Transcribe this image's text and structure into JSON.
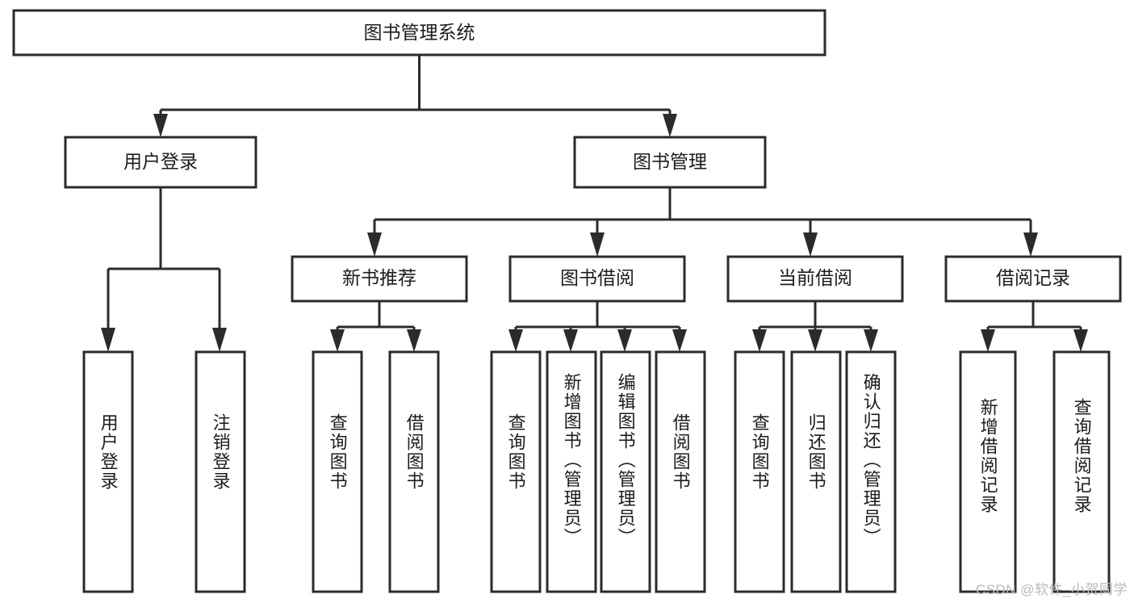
{
  "diagram": {
    "title": "图书管理系统",
    "type": "hierarchy-tree",
    "watermark": "CSDN @软件_小贺同学",
    "colors": {
      "stroke": "#2b2b2b",
      "fill": "#ffffff",
      "text": "#1c1c1c",
      "watermark": "#b9b9b9"
    },
    "levels": {
      "root": {
        "label": "图书管理系统"
      },
      "level2": [
        {
          "id": "user-login",
          "label": "用户登录"
        },
        {
          "id": "book-management",
          "label": "图书管理"
        }
      ],
      "level3": [
        {
          "id": "new-book-recommend",
          "label": "新书推荐",
          "parent": "book-management"
        },
        {
          "id": "book-borrow",
          "label": "图书借阅",
          "parent": "book-management"
        },
        {
          "id": "current-borrow",
          "label": "当前借阅",
          "parent": "book-management"
        },
        {
          "id": "borrow-record",
          "label": "借阅记录",
          "parent": "book-management"
        }
      ],
      "leaves": [
        {
          "id": "leaf-user-login",
          "label": "用户登录",
          "parent": "user-login"
        },
        {
          "id": "leaf-logout-login",
          "label": "注销登录",
          "parent": "user-login"
        },
        {
          "id": "leaf-query-book-1",
          "label": "查询图书",
          "parent": "new-book-recommend"
        },
        {
          "id": "leaf-borrow-book-1",
          "label": "借阅图书",
          "parent": "new-book-recommend"
        },
        {
          "id": "leaf-query-book-2",
          "label": "查询图书",
          "parent": "book-borrow"
        },
        {
          "id": "leaf-add-book",
          "label": "新增图书（管理员）",
          "parent": "book-borrow"
        },
        {
          "id": "leaf-edit-book",
          "label": "编辑图书（管理员）",
          "parent": "book-borrow"
        },
        {
          "id": "leaf-borrow-book-2",
          "label": "借阅图书",
          "parent": "book-borrow"
        },
        {
          "id": "leaf-query-book-3",
          "label": "查询图书",
          "parent": "current-borrow"
        },
        {
          "id": "leaf-return-book",
          "label": "归还图书",
          "parent": "current-borrow"
        },
        {
          "id": "leaf-confirm-return",
          "label": "确认归还（管理员）",
          "parent": "current-borrow"
        },
        {
          "id": "leaf-add-record",
          "label": "新增借阅记录",
          "parent": "borrow-record"
        },
        {
          "id": "leaf-query-record",
          "label": "查询借阅记录",
          "parent": "borrow-record"
        }
      ]
    }
  }
}
